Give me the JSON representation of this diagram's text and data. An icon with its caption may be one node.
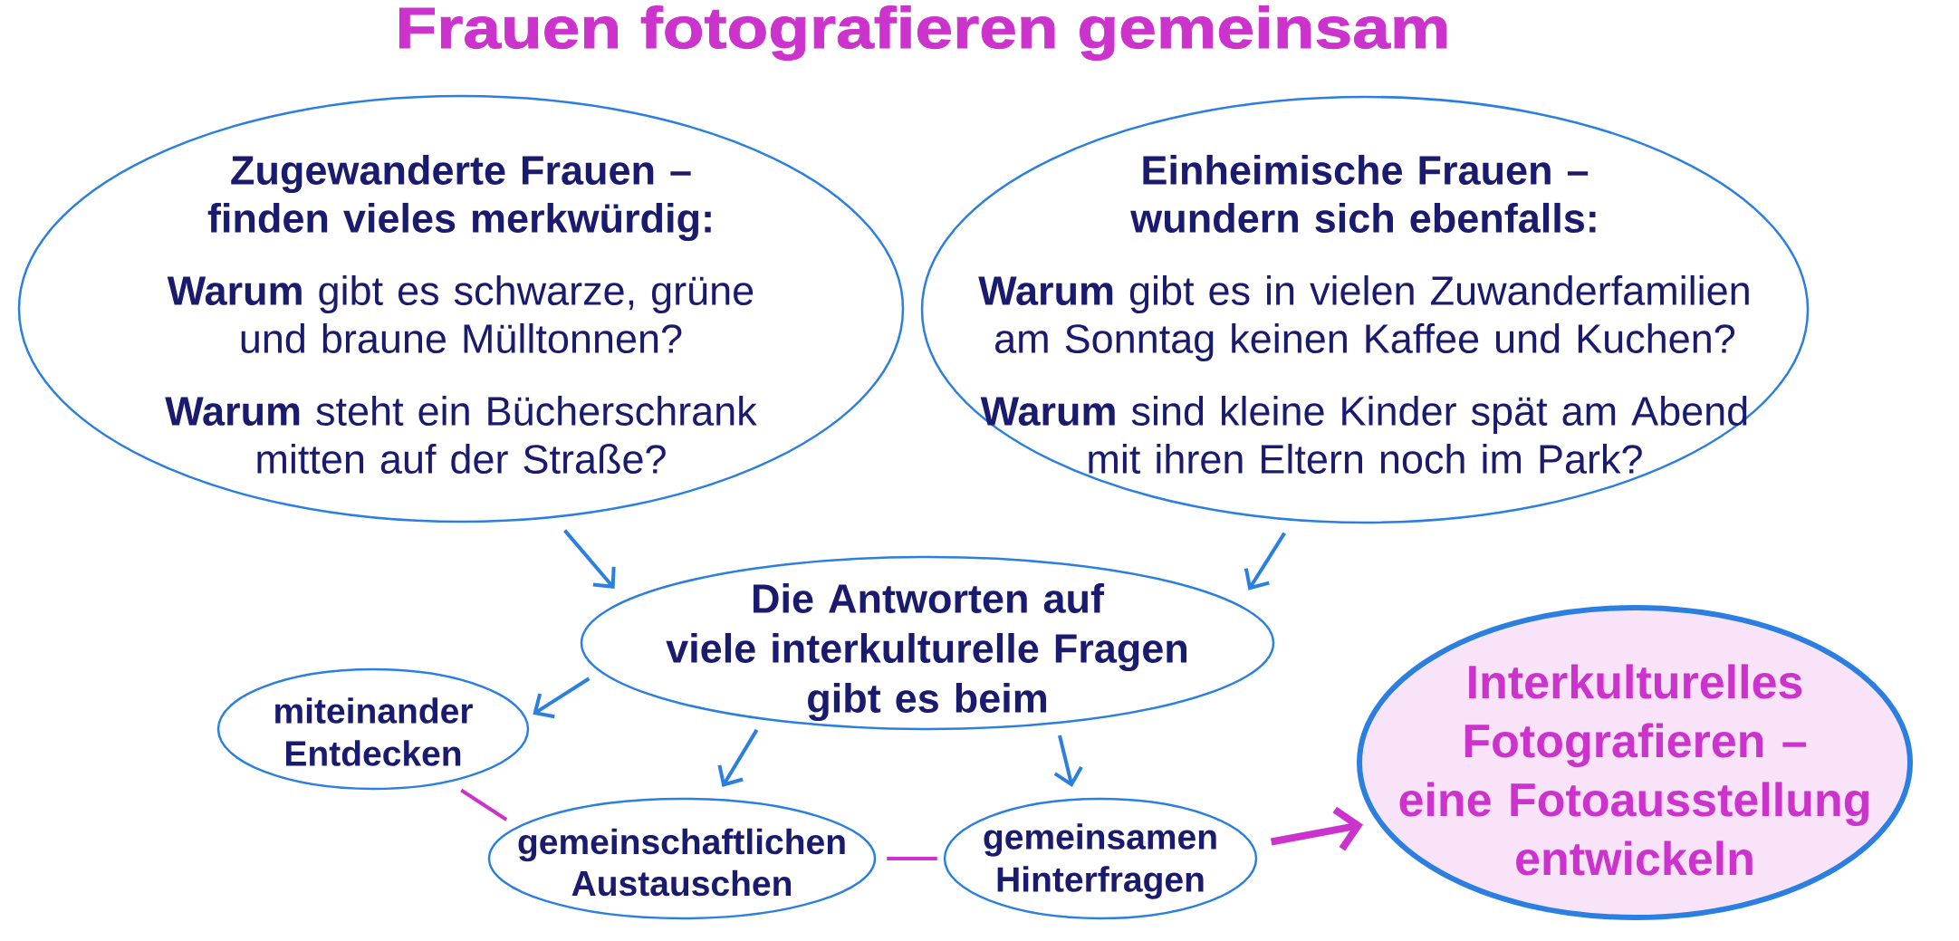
{
  "diagram": {
    "title": "Frauen fotografieren gemeinsam",
    "nodes": [
      {
        "text": [
          "Zugewanderte Frauen – finden vieles merkwürdig:",
          "**Warum** gibt es schwarze, grüne und braune Mülltonnen?",
          "**Warum** steht ein Bücherschrank mitten auf der Straße?"
        ]
      },
      {
        "text": [
          "Einheimische Frauen – wundern sich ebenfalls:",
          "**Warum** gibt es in vielen Zuwanderfamilien am Sonntag keinen Kaffee und Kuchen?",
          "**Warum** sind kleine Kinder spät am Abend mit ihren Eltern noch im Park?"
        ]
      },
      {
        "text": [
          "Die Antworten auf viele interkulturelle Fragen gibt es beim"
        ]
      },
      {
        "text": [
          "miteinander Entdecken"
        ]
      },
      {
        "text": [
          "gemeinschaftlichen Austauschen"
        ]
      },
      {
        "text": [
          "gemeinsamen Hinterfragen"
        ]
      },
      {
        "text": [
          "Interkulturelles Fotografieren – eine Fotoausstellung entwickeln"
        ]
      }
    ],
    "edges": [
      {
        "from": 0,
        "to": 2,
        "arrow": "to"
      },
      {
        "from": 1,
        "to": 2,
        "arrow": "to"
      },
      {
        "from": 2,
        "to": 3,
        "arrow": "to"
      },
      {
        "from": 2,
        "to": 4,
        "arrow": "to"
      },
      {
        "from": 2,
        "to": 5,
        "arrow": "to"
      },
      {
        "from": 3,
        "to": 4,
        "arrow": "none",
        "color": "#cc33cc"
      },
      {
        "from": 4,
        "to": 5,
        "arrow": "none",
        "color": "#cc33cc"
      },
      {
        "from": 5,
        "to": 6,
        "arrow": "to",
        "style": "thick",
        "color": "#cc33cc"
      }
    ]
  }
}
